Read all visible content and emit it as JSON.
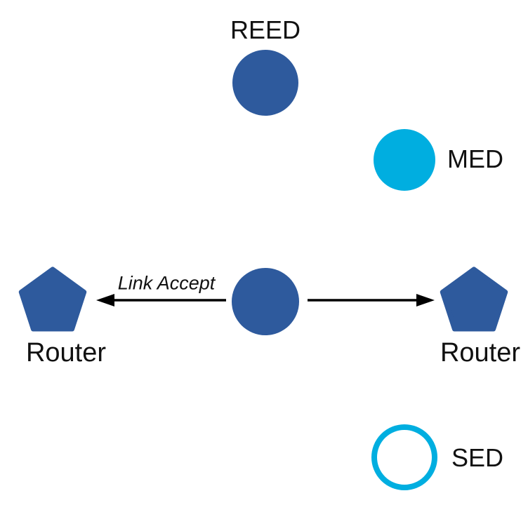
{
  "diagram": {
    "background": "#ffffff",
    "colors": {
      "node_blue": "#2E5A9D",
      "node_cyan": "#00AEE0",
      "arrow_black": "#000000",
      "label_text": "#111111"
    },
    "nodes": {
      "reed": {
        "label": "REED",
        "shape": "filled-circle",
        "color": "#2E5A9D"
      },
      "med": {
        "label": "MED",
        "shape": "filled-circle",
        "color": "#00AEE0"
      },
      "center_router": {
        "shape": "filled-circle",
        "color": "#2E5A9D"
      },
      "router_left": {
        "label": "Router",
        "shape": "pentagon",
        "color": "#2E5A9D"
      },
      "router_right": {
        "label": "Router",
        "shape": "pentagon",
        "color": "#2E5A9D"
      },
      "sed": {
        "label": "SED",
        "shape": "outlined-circle",
        "color": "#00AEE0"
      }
    },
    "edges": {
      "left": {
        "label": "Link Accept",
        "from": "center_router",
        "to": "router_left",
        "arrowhead": "at-left"
      },
      "right": {
        "from": "center_router",
        "to": "router_right",
        "arrowhead": "at-right"
      }
    }
  }
}
